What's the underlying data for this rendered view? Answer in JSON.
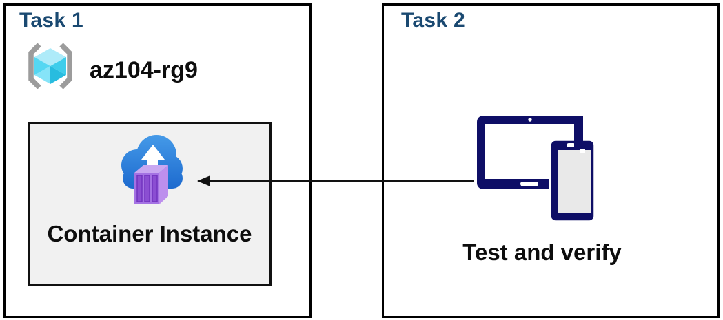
{
  "task1": {
    "title": "Task 1",
    "resource_group": {
      "icon": "resource-group-icon",
      "name": "az104-rg9"
    },
    "container_instance": {
      "icon": "container-instance-icon",
      "label": "Container Instance"
    }
  },
  "task2": {
    "title": "Task 2",
    "devices_icon": "tablet-phone-icon",
    "caption": "Test and verify"
  },
  "connection": {
    "type": "arrow",
    "from": "task2-devices",
    "to": "container-instance",
    "direction": "left"
  },
  "colors": {
    "title_navy": "#1A4971",
    "text_black": "#0D0D0D",
    "panel_border": "#000000",
    "card_fill": "#F1F1F1",
    "card_border": "#111111",
    "device_navy": "#0E0E66",
    "device_screen_gray": "#E9E9E9",
    "cloud_blue_light": "#459AE8",
    "cloud_blue_dark": "#1C69CE",
    "container_purple_front": "#A472E3",
    "container_purple_top": "#C9A8F1",
    "container_purple_side": "#BD8FED",
    "container_purple_slat": "#8B4ED2",
    "cube_top": "#AEEBF9",
    "cube_left_upper": "#55D7F2",
    "cube_left_lower": "#86E4F8",
    "cube_right_upper": "#3ECDEB",
    "cube_right_lower": "#28BCDF",
    "bracket_gray": "#9C9C9C",
    "arrow_color": "#121212"
  }
}
